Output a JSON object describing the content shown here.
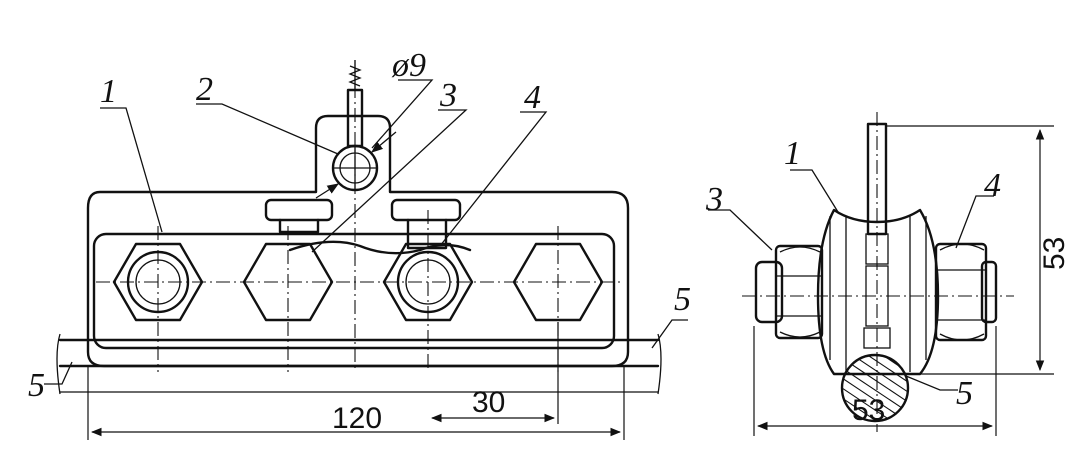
{
  "labels": {
    "main": [
      "1",
      "2",
      "3",
      "4",
      "5",
      "5"
    ],
    "side": [
      "1",
      "3",
      "4",
      "5"
    ]
  },
  "dimensions": {
    "hole_diameter": "ø9",
    "overall_length": "120",
    "bolt_spacing": "30",
    "side_width": "53",
    "side_height": "53"
  }
}
